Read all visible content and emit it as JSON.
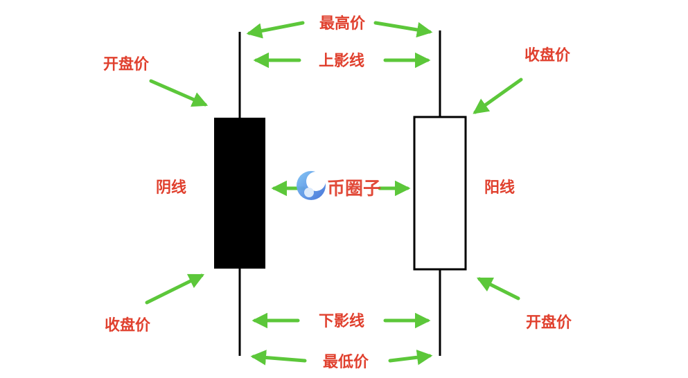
{
  "colors": {
    "label": "#e0402e",
    "arrow": "#5cc73a",
    "candle": "#000000",
    "bearish_body": "#000000",
    "bullish_body": "#ffffff",
    "watermark_text": "#e0402e",
    "watermark_logo": "#3f8fe0"
  },
  "labels": {
    "highest_price": "最高价",
    "upper_shadow": "上影线",
    "lower_shadow": "下影线",
    "lowest_price": "最低价",
    "left_open": "开盘价",
    "left_close": "收盘价",
    "right_close": "收盘价",
    "right_open": "开盘价",
    "bearish": "阴线",
    "bullish": "阳线"
  },
  "watermark": {
    "text": "币圈子",
    "logo_icon": "bicoin-logo-icon"
  }
}
